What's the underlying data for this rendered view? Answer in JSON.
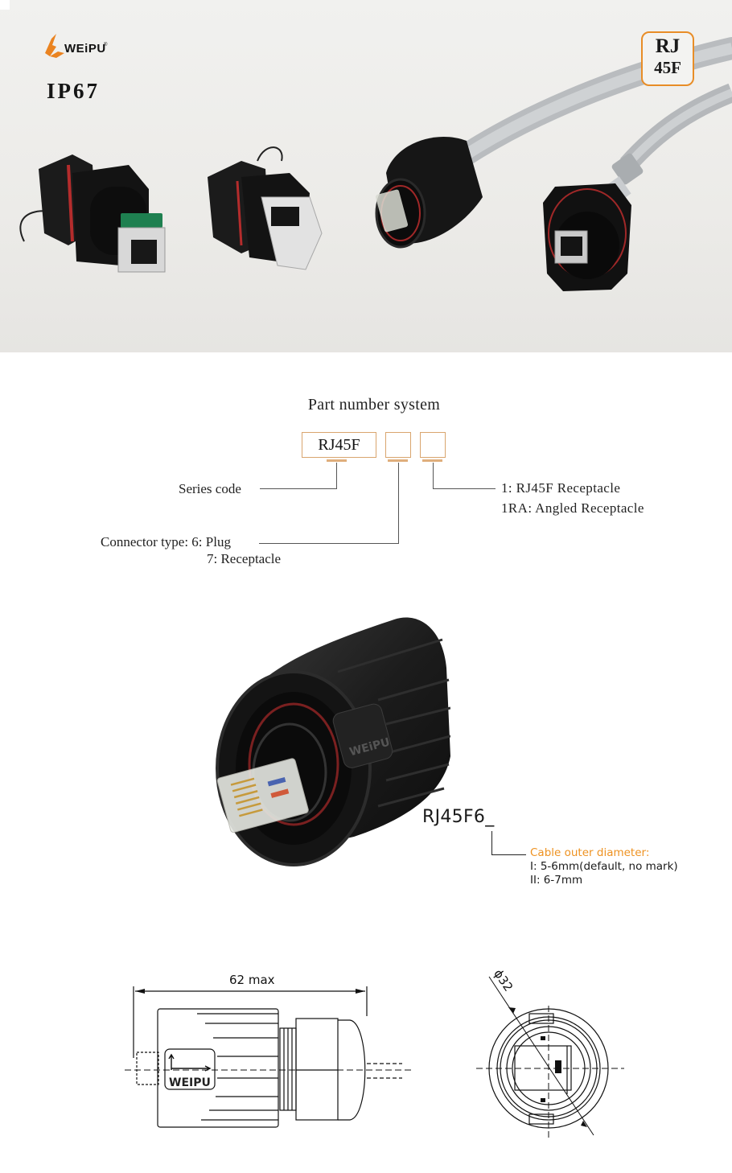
{
  "hero": {
    "brand": "WEiPU",
    "brand_mark": "®",
    "protection_rating": "IP67",
    "series_badge": {
      "line1": "RJ",
      "line2": "45F"
    },
    "products": [
      "receptacle-with-cap-pcb",
      "receptacle-with-cap-angled",
      "plug-with-cable",
      "receptacle-with-patch-cable"
    ]
  },
  "part_number_system": {
    "title": "Part number system",
    "boxes": [
      {
        "value": "RJ45F"
      },
      {
        "value": ""
      },
      {
        "value": ""
      }
    ],
    "labels": {
      "series_code": "Series code",
      "connector_type_line1": "Connector type: 6: Plug",
      "connector_type_line2": "7: Receptacle",
      "receptacle_line1": "1: RJ45F Receptacle",
      "receptacle_line2": "1RA: Angled Receptacle"
    }
  },
  "product": {
    "model": "RJ45F6_",
    "cable_title": "Cable outer diameter:",
    "options": [
      "I: 5-6mm(default, no mark)",
      "II: 6-7mm"
    ]
  },
  "drawing": {
    "length_label": "62 max",
    "diameter_label": "ϕ32",
    "side_logo": "WEIPU"
  },
  "colors": {
    "accent_orange": "#e88d27",
    "box_border": "#d9a56e",
    "caption_orange": "#ee9221"
  }
}
